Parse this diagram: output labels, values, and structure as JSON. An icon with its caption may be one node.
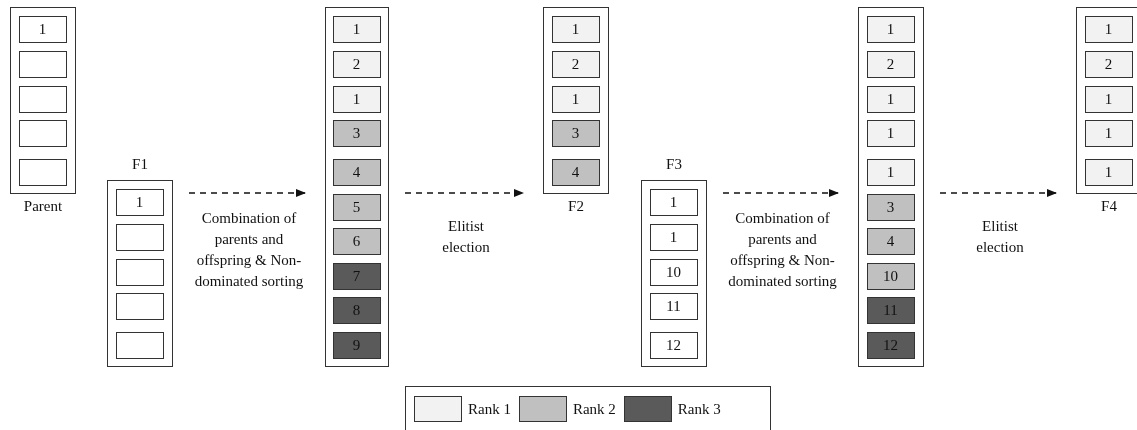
{
  "diagram": {
    "nodes": [
      {
        "text": [
          "Parent"
        ]
      },
      {
        "text": [
          "1"
        ],
        "in": 0
      },
      {
        "text": [],
        "shape": "box",
        "in": 0
      },
      {
        "text": [],
        "shape": "box",
        "in": 0
      },
      {
        "text": [],
        "shape": "box",
        "in": 0
      },
      {
        "text": [],
        "shape": "box",
        "in": 0
      },
      {
        "text": [
          "F1"
        ]
      },
      {
        "text": [
          "1"
        ],
        "in": 6
      },
      {
        "text": [],
        "shape": "box",
        "in": 6
      },
      {
        "text": [],
        "shape": "box",
        "in": 6
      },
      {
        "text": [],
        "shape": "box",
        "in": 6
      },
      {
        "text": [],
        "shape": "box",
        "in": 6
      },
      {
        "text": [],
        "shape": "box"
      },
      {
        "text": [
          "1"
        ],
        "in": 12
      },
      {
        "text": [
          "2"
        ],
        "in": 12
      },
      {
        "text": [
          "1"
        ],
        "in": 12
      },
      {
        "text": [
          "3"
        ],
        "in": 12
      },
      {
        "text": [
          "4"
        ],
        "in": 12
      },
      {
        "text": [
          "5"
        ],
        "in": 12
      },
      {
        "text": [
          "6"
        ],
        "in": 12
      },
      {
        "text": [
          "7"
        ],
        "in": 12
      },
      {
        "text": [
          "8"
        ],
        "in": 12
      },
      {
        "text": [
          "9"
        ],
        "in": 12
      },
      {
        "text": [
          "F2"
        ]
      },
      {
        "text": [
          "1"
        ],
        "in": 23
      },
      {
        "text": [
          "2"
        ],
        "in": 23
      },
      {
        "text": [
          "1"
        ],
        "in": 23
      },
      {
        "text": [
          "3"
        ],
        "in": 23
      },
      {
        "text": [
          "4"
        ],
        "in": 23
      },
      {
        "text": [
          "F3"
        ]
      },
      {
        "text": [
          "1"
        ],
        "in": 29
      },
      {
        "text": [
          "1"
        ],
        "in": 29
      },
      {
        "text": [
          "10"
        ],
        "in": 29
      },
      {
        "text": [
          "11"
        ],
        "in": 29
      },
      {
        "text": [
          "12"
        ],
        "in": 29
      },
      {
        "text": [],
        "shape": "box"
      },
      {
        "text": [
          "1"
        ],
        "in": 35
      },
      {
        "text": [
          "2"
        ],
        "in": 35
      },
      {
        "text": [
          "1"
        ],
        "in": 35
      },
      {
        "text": [
          "1"
        ],
        "in": 35
      },
      {
        "text": [
          "1"
        ],
        "in": 35
      },
      {
        "text": [
          "3"
        ],
        "in": 35
      },
      {
        "text": [
          "4"
        ],
        "in": 35
      },
      {
        "text": [
          "10"
        ],
        "in": 35
      },
      {
        "text": [
          "11"
        ],
        "in": 35
      },
      {
        "text": [
          "12"
        ],
        "in": 35
      },
      {
        "text": [
          "F4"
        ]
      },
      {
        "text": [
          "1"
        ],
        "in": 46
      },
      {
        "text": [
          "2"
        ],
        "in": 46
      },
      {
        "text": [
          "1"
        ],
        "in": 46
      },
      {
        "text": [
          "1"
        ],
        "in": 46
      },
      {
        "text": [
          "1"
        ],
        "in": 46
      }
    ],
    "edges": [
      {
        "from": 6,
        "to": 12,
        "arrow": "to",
        "style": "dashed",
        "label": "Combination of parents and offspring & Non-dominated sorting"
      },
      {
        "from": 12,
        "to": 23,
        "arrow": "to",
        "style": "dashed",
        "label": "Elitist election"
      },
      {
        "from": 29,
        "to": 35,
        "arrow": "to",
        "style": "dashed",
        "label": "Combination of parents and offspring & Non-dominated sorting"
      },
      {
        "from": 35,
        "to": 46,
        "arrow": "to",
        "style": "dashed",
        "label": "Elitist election"
      }
    ],
    "legend": [
      {
        "text": "Rank 1",
        "color": "#f2f2f2"
      },
      {
        "text": "Rank 2",
        "color": "#c0c0c0"
      },
      {
        "text": "Rank 3",
        "color": "#5a5a5a"
      }
    ]
  }
}
